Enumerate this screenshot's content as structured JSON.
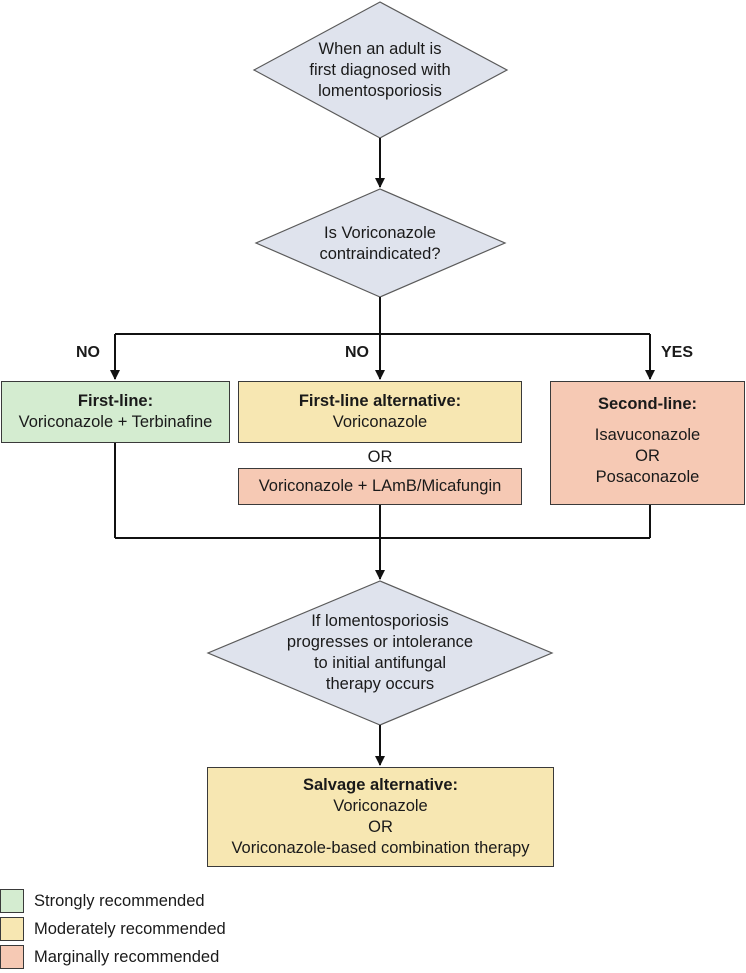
{
  "diagram": {
    "start": {
      "text_lines": [
        "When an adult is",
        "first diagnosed with",
        "lomentosporiosis"
      ]
    },
    "question": {
      "text_lines": [
        "Is Voriconazole",
        "contraindicated?"
      ]
    },
    "branches": {
      "left": "NO",
      "middle": "NO",
      "right": "YES"
    },
    "first_line": {
      "title": "First-line:",
      "body": "Voriconazole + Terbinafine"
    },
    "first_line_alt": {
      "title": "First-line alternative:",
      "body": "Voriconazole"
    },
    "or_between": "OR",
    "first_line_alt_2": {
      "body": "Voriconazole + LAmB/Micafungin"
    },
    "second_line": {
      "title": "Second-line:",
      "lines": [
        "Isavuconazole",
        "OR",
        "Posaconazole"
      ]
    },
    "progress": {
      "text_lines": [
        "If lomentosporiosis",
        "progresses or intolerance",
        "to initial antifungal",
        "therapy occurs"
      ]
    },
    "salvage": {
      "title": "Salvage alternative:",
      "lines": [
        "Voriconazole",
        "OR",
        "Voriconazole-based combination therapy"
      ]
    }
  },
  "legend": [
    {
      "label": "Strongly recommended",
      "color": "#d4ecd0"
    },
    {
      "label": "Moderately recommended",
      "color": "#f7e7b2"
    },
    {
      "label": "Marginally recommended",
      "color": "#f6c9b4"
    }
  ],
  "colors": {
    "decision_fill": "#dfe3ed",
    "line": "#111111"
  }
}
